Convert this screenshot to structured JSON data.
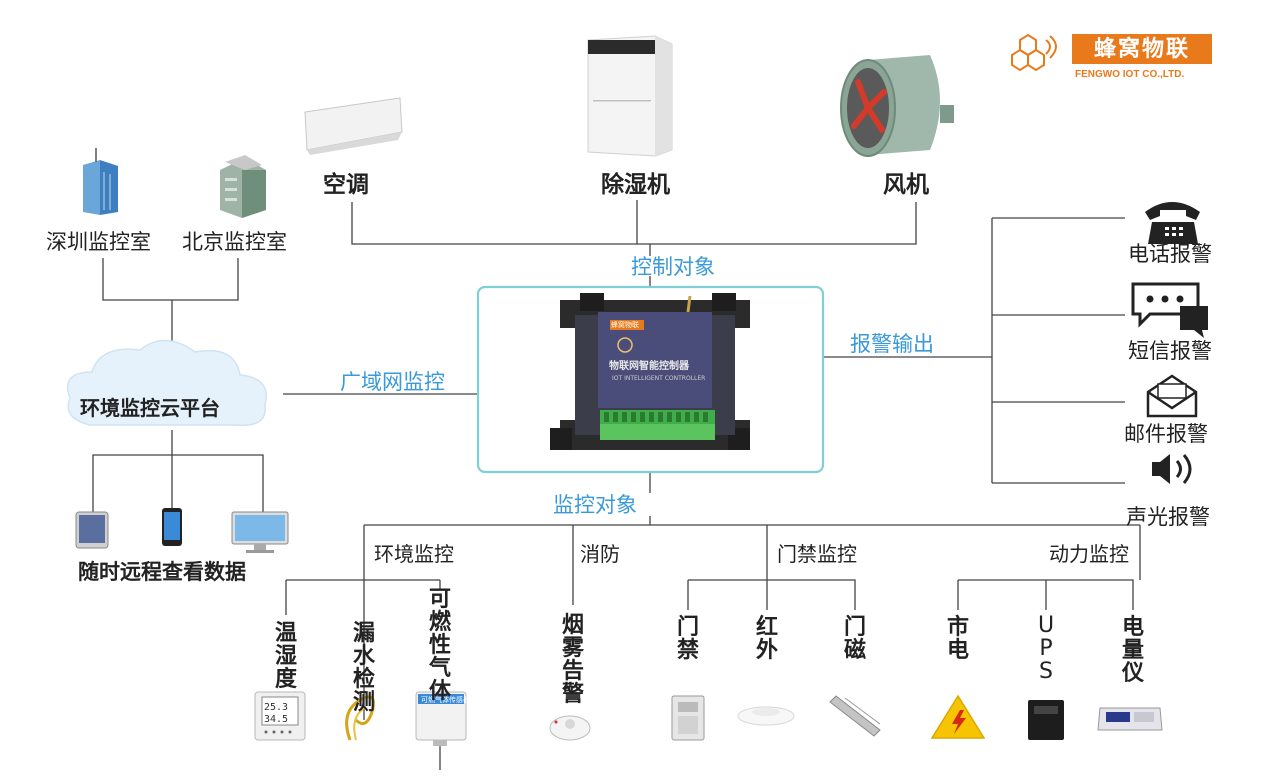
{
  "logo": {
    "cn": "蜂窝物联",
    "en": "FENGWO IOT CO.,LTD."
  },
  "center": {
    "controller_label": "物联网智能控制器",
    "controller_sub": "IOT INTELLIGENT CONTROLLER",
    "controller_badge": "蜂窝物联"
  },
  "edges": {
    "control": "控制对象",
    "wan": "广域网监控",
    "alarm": "报警输出",
    "monitor": "监控对象"
  },
  "control_objects": [
    "空调",
    "除湿机",
    "风机"
  ],
  "rooms": [
    "深圳监控室",
    "北京监控室"
  ],
  "cloud": "环境监控云平台",
  "remote_view": "随时远程查看数据",
  "alarms": [
    "电话报警",
    "短信报警",
    "邮件报警",
    "声光报警"
  ],
  "monitor_groups": [
    "环境监控",
    "消防",
    "门禁监控",
    "动力监控"
  ],
  "sensors": [
    "温湿度",
    "漏水检测",
    "可燃性气体",
    "烟雾告警",
    "门禁",
    "红外",
    "门磁",
    "市电",
    "UPS",
    "电量仪"
  ],
  "sensor_device_text": {
    "temp": "25.3",
    "hum": "34.5",
    "gas": "可燃气体传感器"
  }
}
